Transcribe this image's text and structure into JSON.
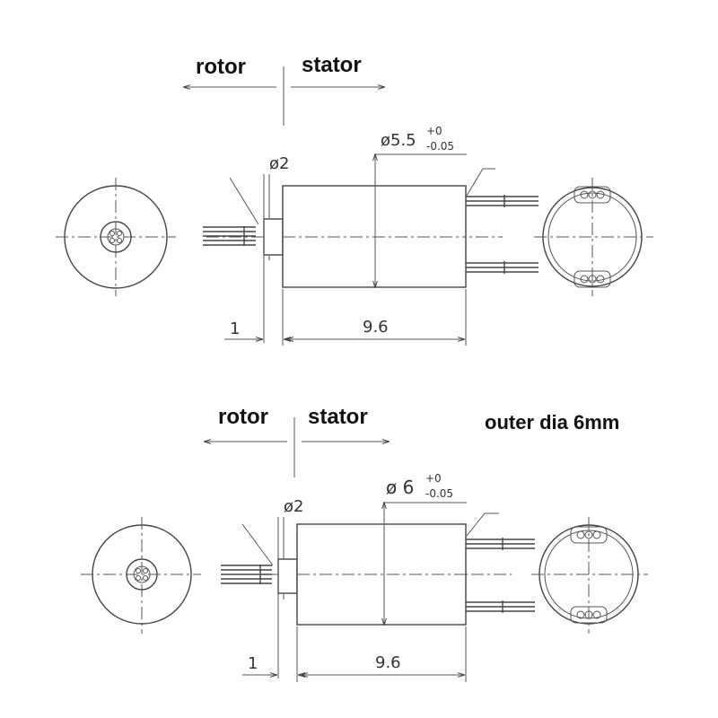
{
  "views": [
    {
      "rotor_label": "rotor",
      "stator_label": "stator",
      "shaft_dia_label": "ø2",
      "outer_dia_label": {
        "prefix": "ø5.5",
        "upper": "+0",
        "lower": "-0.05"
      },
      "length_label": "9.6",
      "offset_label": "1"
    },
    {
      "rotor_label": "rotor",
      "stator_label": "stator",
      "shaft_dia_label": "ø2",
      "outer_dia_label": {
        "prefix": "ø 6",
        "upper": "+0",
        "lower": "-0.05"
      },
      "length_label": "9.6",
      "offset_label": "1",
      "note": "outer dia 6mm"
    }
  ]
}
